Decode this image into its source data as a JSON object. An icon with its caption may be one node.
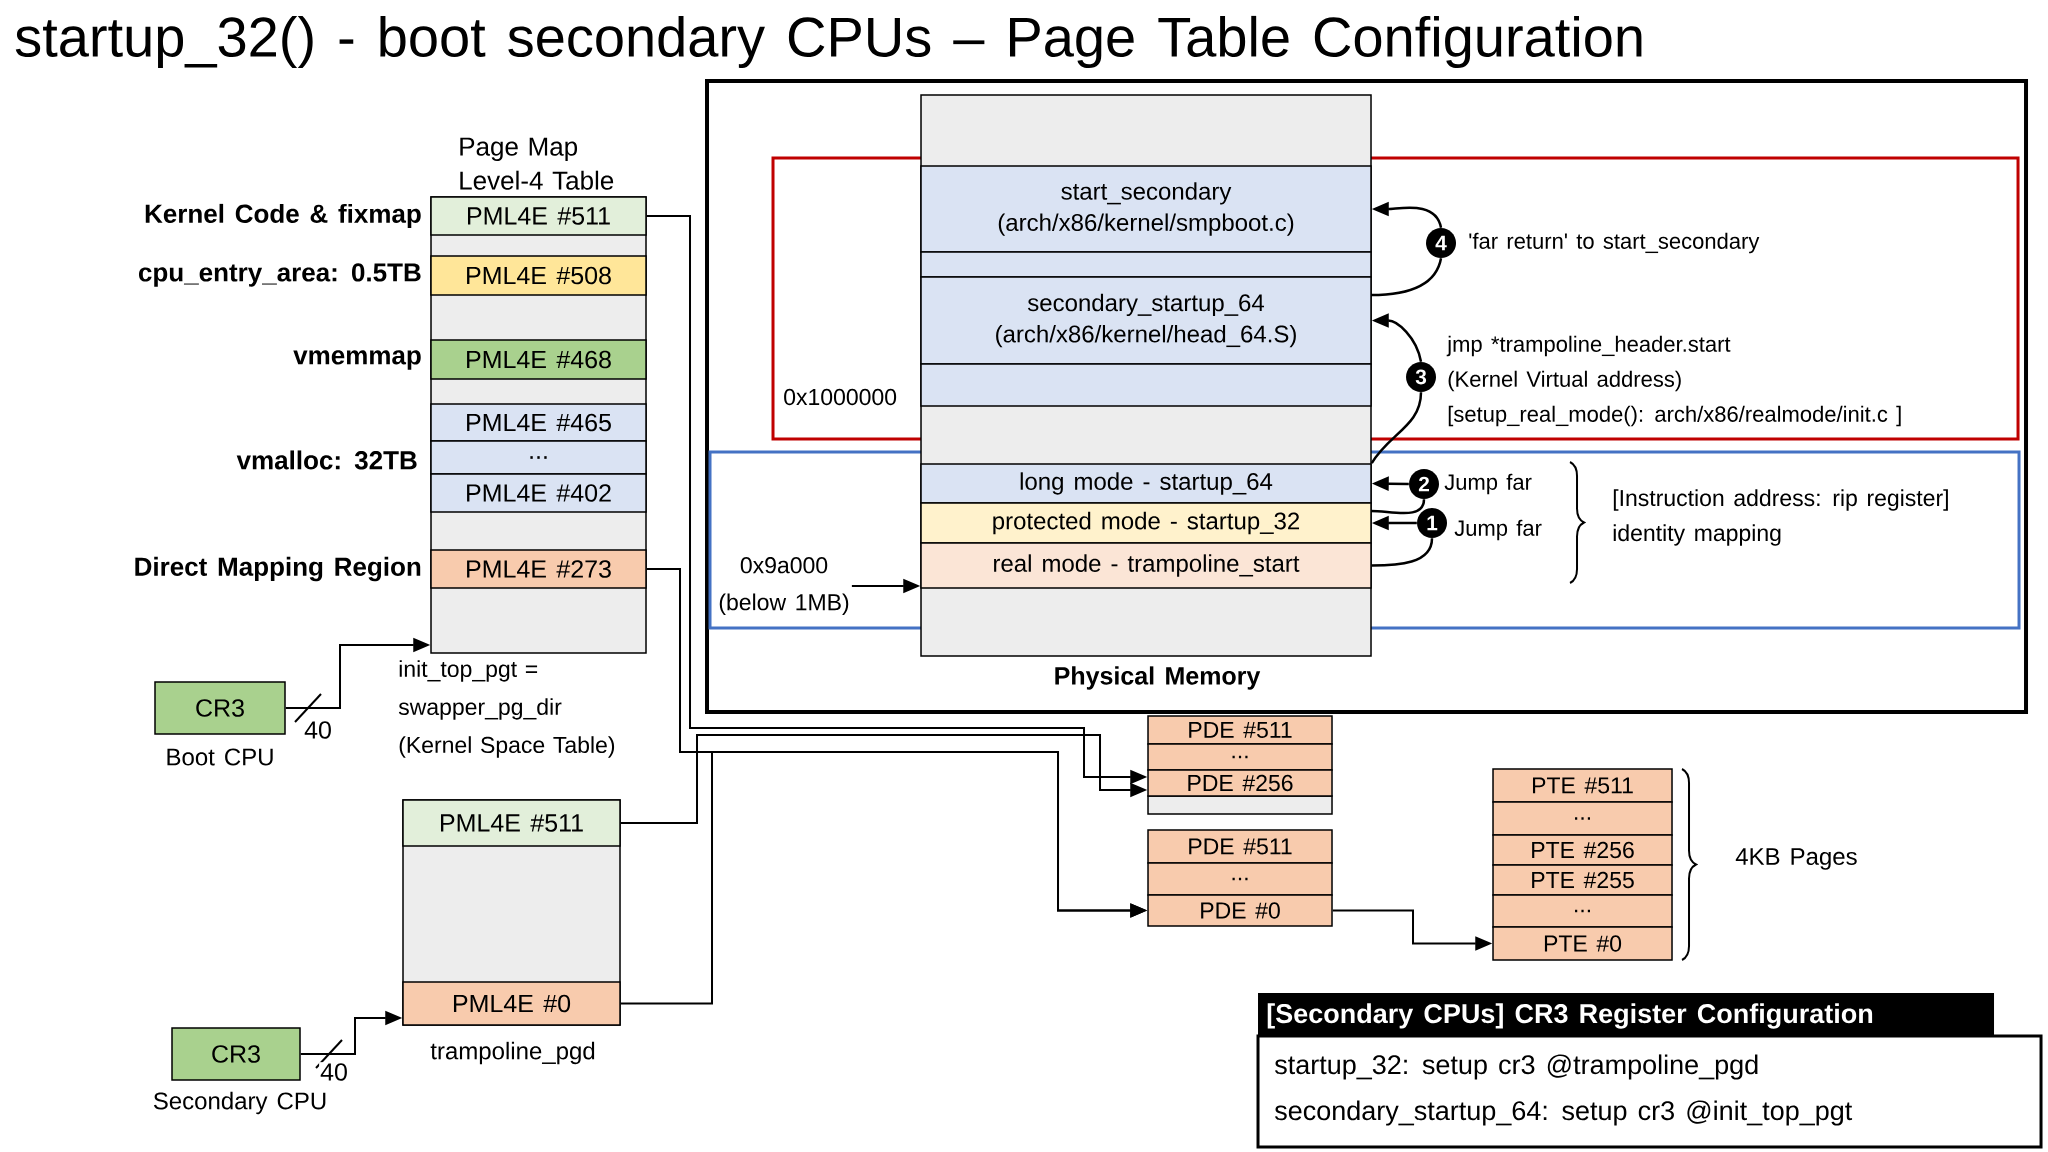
{
  "diagram": {
    "title": "startup_32() - boot secondary CPUs – Page Table Configuration",
    "nodes": [
      {
        "text": [
          "Page Map Level-4 Table"
        ],
        "beside": [
          "init_top_pgt = swapper_pg_dir (Kernel Space Table)"
        ]
      },
      {
        "text": [
          "PML4E #511"
        ],
        "in": 0,
        "beside": [
          "Kernel Code & fixmap"
        ]
      },
      {
        "text": [
          "PML4E #508"
        ],
        "in": 0,
        "beside": [
          "cpu_entry_area: 0.5TB"
        ]
      },
      {
        "text": [
          "PML4E #468"
        ],
        "in": 0,
        "beside": [
          "vmemmap"
        ]
      },
      {
        "text": [
          "PML4E #465"
        ],
        "in": 0
      },
      {
        "text": [
          "..."
        ],
        "in": 0,
        "beside": [
          "vmalloc: 32TB"
        ]
      },
      {
        "text": [
          "PML4E #402"
        ],
        "in": 0
      },
      {
        "text": [
          "PML4E #273"
        ],
        "in": 0,
        "beside": [
          "Direct Mapping Region"
        ]
      },
      {
        "text": [
          "CR3"
        ],
        "beside": [
          "Boot CPU"
        ]
      },
      {
        "text": [
          "trampoline_pgd"
        ]
      },
      {
        "text": [
          "PML4E #511"
        ],
        "in": 9
      },
      {
        "text": [
          "PML4E #0"
        ],
        "in": 9
      },
      {
        "text": [
          "CR3"
        ],
        "beside": [
          "Secondary CPU"
        ]
      },
      {
        "text": [
          "Physical Memory"
        ]
      },
      {
        "text": [
          "start_secondary",
          "(arch/x86/kernel/smpboot.c)"
        ],
        "in": 13
      },
      {
        "text": [],
        "shape": "box",
        "in": 13
      },
      {
        "text": [
          "secondary_startup_64",
          "(arch/x86/kernel/head_64.S)"
        ],
        "in": 13
      },
      {
        "text": [],
        "shape": "box",
        "in": 13
      },
      {
        "text": [
          "long mode - startup_64"
        ],
        "in": 13
      },
      {
        "text": [
          "protected mode - startup_32"
        ],
        "in": 13
      },
      {
        "text": [
          "real mode - trampoline_start"
        ],
        "in": 13
      },
      {
        "text": [
          "0x9a000",
          "(below 1MB)"
        ]
      },
      {
        "text": [
          "1"
        ],
        "beside": [
          "Jump far"
        ]
      },
      {
        "text": [
          "2"
        ],
        "beside": [
          "Jump far"
        ]
      },
      {
        "text": [
          "3"
        ],
        "beside": [
          "jmp *trampoline_header.start",
          "(Kernel Virtual address)",
          "[setup_real_mode(): arch/x86/realmode/init.c ]"
        ]
      },
      {
        "text": [
          "4"
        ],
        "beside": [
          "'far return' to start_secondary"
        ]
      },
      {
        "text": [
          "PDE #511"
        ]
      },
      {
        "text": [
          "..."
        ]
      },
      {
        "text": [
          "PDE #256"
        ]
      },
      {
        "text": [
          "PDE #511"
        ]
      },
      {
        "text": [
          "..."
        ]
      },
      {
        "text": [
          "PDE #0"
        ]
      },
      {
        "text": [
          "PTE #511"
        ]
      },
      {
        "text": [
          "..."
        ]
      },
      {
        "text": [
          "PTE #256"
        ]
      },
      {
        "text": [
          "PTE #255"
        ]
      },
      {
        "text": [
          "..."
        ]
      },
      {
        "text": [
          "PTE #0"
        ]
      },
      {
        "text": [
          "[Secondary CPUs] CR3 Register Configuration",
          "startup_32: setup cr3 @trampoline_pgd",
          "secondary_startup_64: setup cr3 @init_top_pgt"
        ]
      }
    ],
    "edges": [
      {
        "from": 8,
        "to": 0,
        "arrow": "to",
        "label": "40"
      },
      {
        "from": 12,
        "to": 11,
        "arrow": "to",
        "label": "40"
      },
      {
        "from": 1,
        "to": 28,
        "arrow": "to"
      },
      {
        "from": 10,
        "to": 28,
        "arrow": "to"
      },
      {
        "from": 7,
        "to": 31,
        "arrow": "to"
      },
      {
        "from": 11,
        "to": 31,
        "arrow": "to"
      },
      {
        "from": 31,
        "to": 37,
        "arrow": "to"
      },
      {
        "from": 21,
        "to": 20,
        "arrow": "to"
      },
      {
        "from": 20,
        "to": 22,
        "arrow": "none"
      },
      {
        "from": 22,
        "to": 19,
        "arrow": "to"
      },
      {
        "from": 19,
        "to": 23,
        "arrow": "none"
      },
      {
        "from": 23,
        "to": 18,
        "arrow": "to"
      },
      {
        "from": 18,
        "to": 24,
        "arrow": "none"
      },
      {
        "from": 24,
        "to": 16,
        "arrow": "to"
      },
      {
        "from": 16,
        "to": 25,
        "arrow": "none"
      },
      {
        "from": 25,
        "to": 14,
        "arrow": "to"
      }
    ],
    "labels": [
      "0x1000000",
      "[Instruction address: rip register]",
      "identity mapping",
      "4KB Pages"
    ]
  }
}
